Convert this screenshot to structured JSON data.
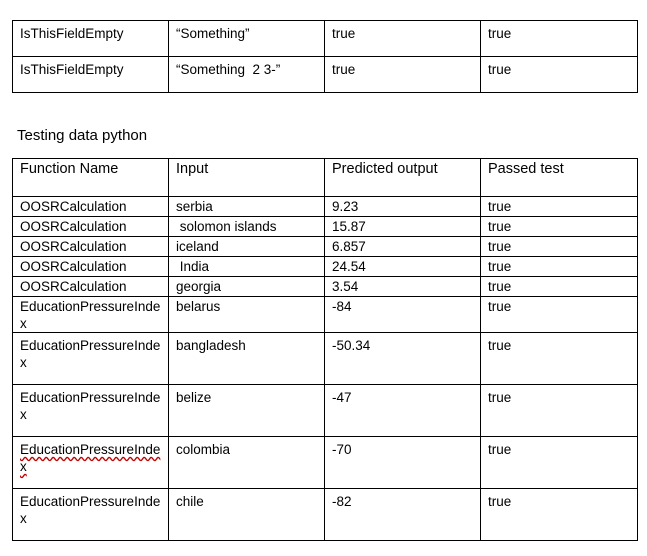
{
  "top_table": {
    "rows": [
      [
        "IsThisFieldEmpty",
        "“Something”",
        "true",
        "true"
      ],
      [
        "IsThisFieldEmpty",
        "“Something  2 3-”",
        "true",
        "true"
      ]
    ]
  },
  "section_heading": "Testing data python",
  "main_table": {
    "headers": [
      "Function Name",
      "Input",
      "Predicted output",
      "Passed test"
    ],
    "rows": [
      [
        "OOSRCalculation",
        "serbia",
        "9.23",
        "true"
      ],
      [
        "OOSRCalculation",
        " solomon islands",
        "15.87",
        "true"
      ],
      [
        "OOSRCalculation",
        "iceland",
        "6.857",
        "true"
      ],
      [
        "OOSRCalculation",
        " India",
        "24.54",
        "true"
      ],
      [
        "OOSRCalculation",
        "georgia",
        "3.54",
        "true"
      ],
      [
        "EducationPressureIndex",
        "belarus",
        "-84",
        "true"
      ],
      [
        "EducationPressureIndex",
        "bangladesh",
        "-50.34",
        "true"
      ],
      [
        "EducationPressureIndex",
        "belize",
        "-47",
        "true"
      ],
      [
        "EducationPressureIndex",
        "colombia",
        "-70",
        "true"
      ],
      [
        "EducationPressureIndex",
        "chile",
        "-82",
        "true"
      ]
    ]
  }
}
